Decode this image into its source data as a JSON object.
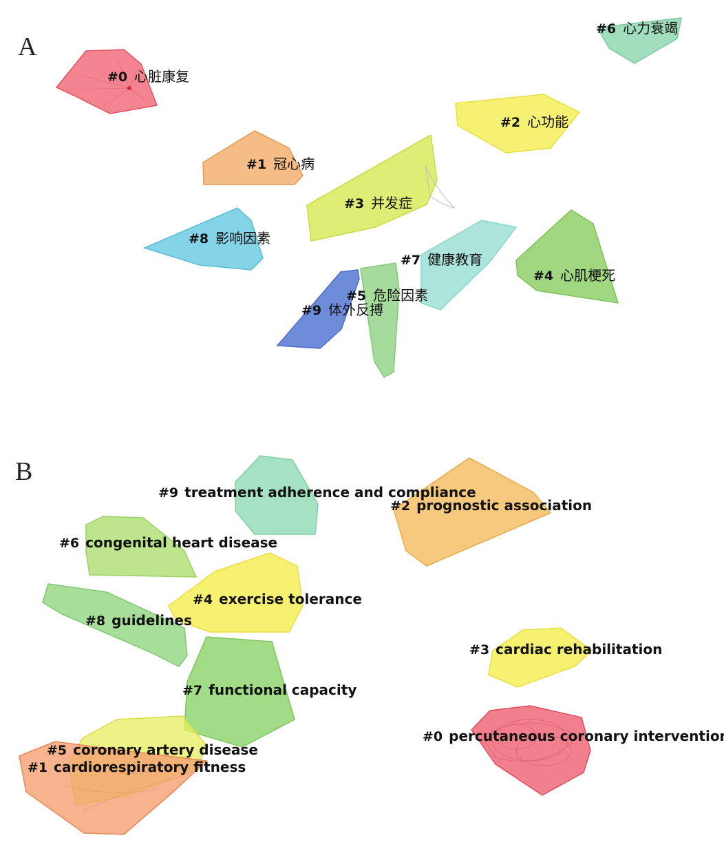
{
  "panels": [
    {
      "letter": "A",
      "clusters": [
        {
          "id": "#0",
          "name": "心脏康复",
          "color": "#f2707d",
          "stroke": "#e2505e",
          "opacity": 0.85
        },
        {
          "id": "#6",
          "name": "心力衰竭",
          "color": "#8fd8b2",
          "stroke": "#7cc9a0",
          "opacity": 0.85
        },
        {
          "id": "#2",
          "name": "心功能",
          "color": "#f4ef5a",
          "stroke": "#e8df40",
          "opacity": 0.85
        },
        {
          "id": "#1",
          "name": "冠心病",
          "color": "#f4b070",
          "stroke": "#e59a55",
          "opacity": 0.85
        },
        {
          "id": "#3",
          "name": "并发症",
          "color": "#d8ea5a",
          "stroke": "#c6da45",
          "opacity": 0.85
        },
        {
          "id": "#8",
          "name": "影响因素",
          "color": "#6fcbe2",
          "stroke": "#58bcd6",
          "opacity": 0.85
        },
        {
          "id": "#7",
          "name": "健康教育",
          "color": "#9ee0d6",
          "stroke": "#88d4c8",
          "opacity": 0.85
        },
        {
          "id": "#4",
          "name": "心肌梗死",
          "color": "#8fd06a",
          "stroke": "#7cc257",
          "opacity": 0.85
        },
        {
          "id": "#5",
          "name": "危险因素",
          "color": "#96d68a",
          "stroke": "#80c877",
          "opacity": 0.85
        },
        {
          "id": "#9",
          "name": "体外反搏",
          "color": "#5f7fd6",
          "stroke": "#4c6cc8",
          "opacity": 0.9
        }
      ]
    },
    {
      "letter": "B",
      "clusters": [
        {
          "id": "#9",
          "name": "treatment adherence and compliance",
          "color": "#95ddb8",
          "stroke": "#82cfa6",
          "opacity": 0.85
        },
        {
          "id": "#2",
          "name": "prognostic association",
          "color": "#f4c068",
          "stroke": "#e8ab4a",
          "opacity": 0.85
        },
        {
          "id": "#6",
          "name": "congenital heart disease",
          "color": "#b0e07a",
          "stroke": "#9ad064",
          "opacity": 0.85
        },
        {
          "id": "#4",
          "name": "exercise tolerance",
          "color": "#f6ee58",
          "stroke": "#e8de42",
          "opacity": 0.85
        },
        {
          "id": "#8",
          "name": "guidelines",
          "color": "#96d888",
          "stroke": "#80c872",
          "opacity": 0.85
        },
        {
          "id": "#3",
          "name": "cardiac rehabilitation",
          "color": "#f6ee58",
          "stroke": "#e8de42",
          "opacity": 0.85
        },
        {
          "id": "#7",
          "name": "functional capacity",
          "color": "#92d672",
          "stroke": "#7cc65c",
          "opacity": 0.85
        },
        {
          "id": "#0",
          "name": "percutaneous coronary intervention",
          "color": "#f06878",
          "stroke": "#dc4e60",
          "opacity": 0.85
        },
        {
          "id": "#5",
          "name": "coronary artery disease",
          "color": "#e6ee5e",
          "stroke": "#d6de48",
          "opacity": 0.75
        },
        {
          "id": "#1",
          "name": "cardiorespiratory fitness",
          "color": "#f4a070",
          "stroke": "#e48858",
          "opacity": 0.8
        }
      ]
    }
  ]
}
